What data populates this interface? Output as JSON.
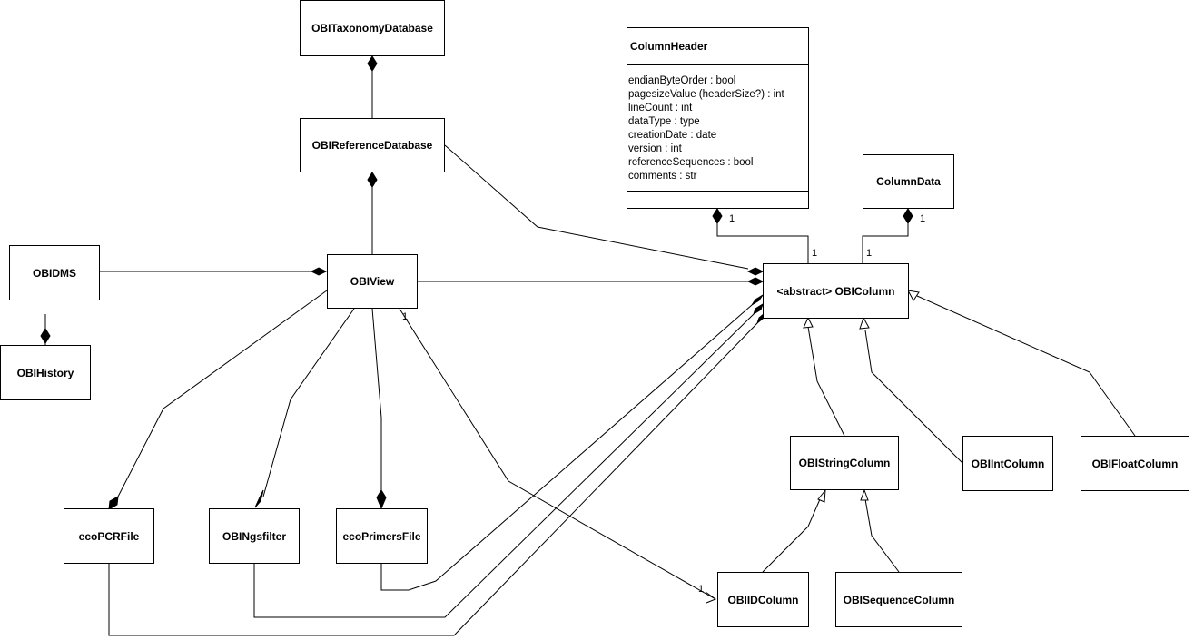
{
  "classes": {
    "taxonomy_db": "OBITaxonomyDatabase",
    "reference_db": "OBIReferenceDatabase",
    "obidms": "OBIDMS",
    "obihistory": "OBIHistory",
    "obiview": "OBIView",
    "obicolumn": "<abstract> OBIColumn",
    "column_data": "ColumnData",
    "string_column": "OBIStringColumn",
    "int_column": "OBIIntColumn",
    "float_column": "OBIFloatColumn",
    "id_column": "OBIIDColumn",
    "sequence_column": "OBISequenceColumn",
    "ecopcr_file": "ecoPCRFile",
    "ngsfilter": "OBINgsfilter",
    "ecoprimers_file": "ecoPrimersFile"
  },
  "column_header": {
    "title": "ColumnHeader",
    "attributes": [
      "endianByteOrder : bool",
      "pagesizeValue (headerSize?) : int",
      "lineCount : int",
      "dataType : type",
      "creationDate : date",
      "version : int",
      "referenceSequences : bool",
      "comments : str"
    ]
  },
  "multiplicities": {
    "header_side": "1",
    "header_col_side": "1",
    "data_side": "1",
    "data_col_side": "1",
    "view_side": "1",
    "idcol_side": "1"
  }
}
